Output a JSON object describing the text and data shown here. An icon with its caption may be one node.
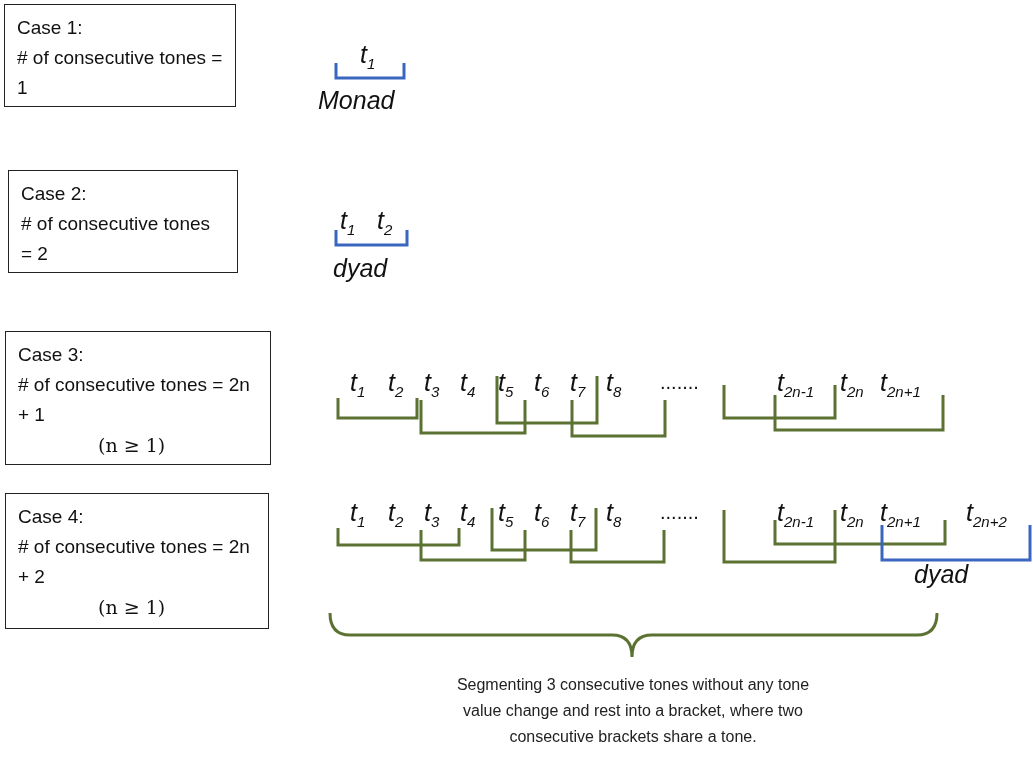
{
  "diagram": {
    "caption": "Segmenting 3 consecutive tones without any tone value change and rest into a bracket, where two consecutive brackets share a tone.",
    "nodes": [
      {
        "text": [
          "Case 1:",
          "# of consecutive tones = 1"
        ]
      },
      {
        "text": [
          "Case 2:",
          "# of consecutive tones = 2"
        ]
      },
      {
        "text": [
          "Case 3:",
          "# of consecutive tones = 2n + 1",
          "(n ≥ 1)"
        ]
      },
      {
        "text": [
          "Case 4:",
          "# of consecutive tones = 2n + 2",
          "(n ≥ 1)"
        ]
      }
    ],
    "edges": [],
    "labels": [
      "t$_{1}$",
      "Monad",
      "t$_{1}$",
      "t$_{2}$",
      "dyad",
      "t$_{1}$",
      "t$_{2}$",
      "t$_{3}$",
      "t$_{4}$",
      "t$_{5}$",
      "t$_{6}$",
      "t$_{7}$",
      "t$_{8}$",
      ".......",
      "t$_{2n-1}$",
      "t$_{2n}$",
      "t$_{2n+1}$",
      "t$_{1}$",
      "t$_{2}$",
      "t$_{3}$",
      "t$_{4}$",
      "t$_{5}$",
      "t$_{6}$",
      "t$_{7}$",
      "t$_{8}$",
      ".......",
      "t$_{2n-1}$",
      "t$_{2n}$",
      "t$_{2n+1}$",
      "t$_{2n+2}$",
      "dyad"
    ]
  }
}
